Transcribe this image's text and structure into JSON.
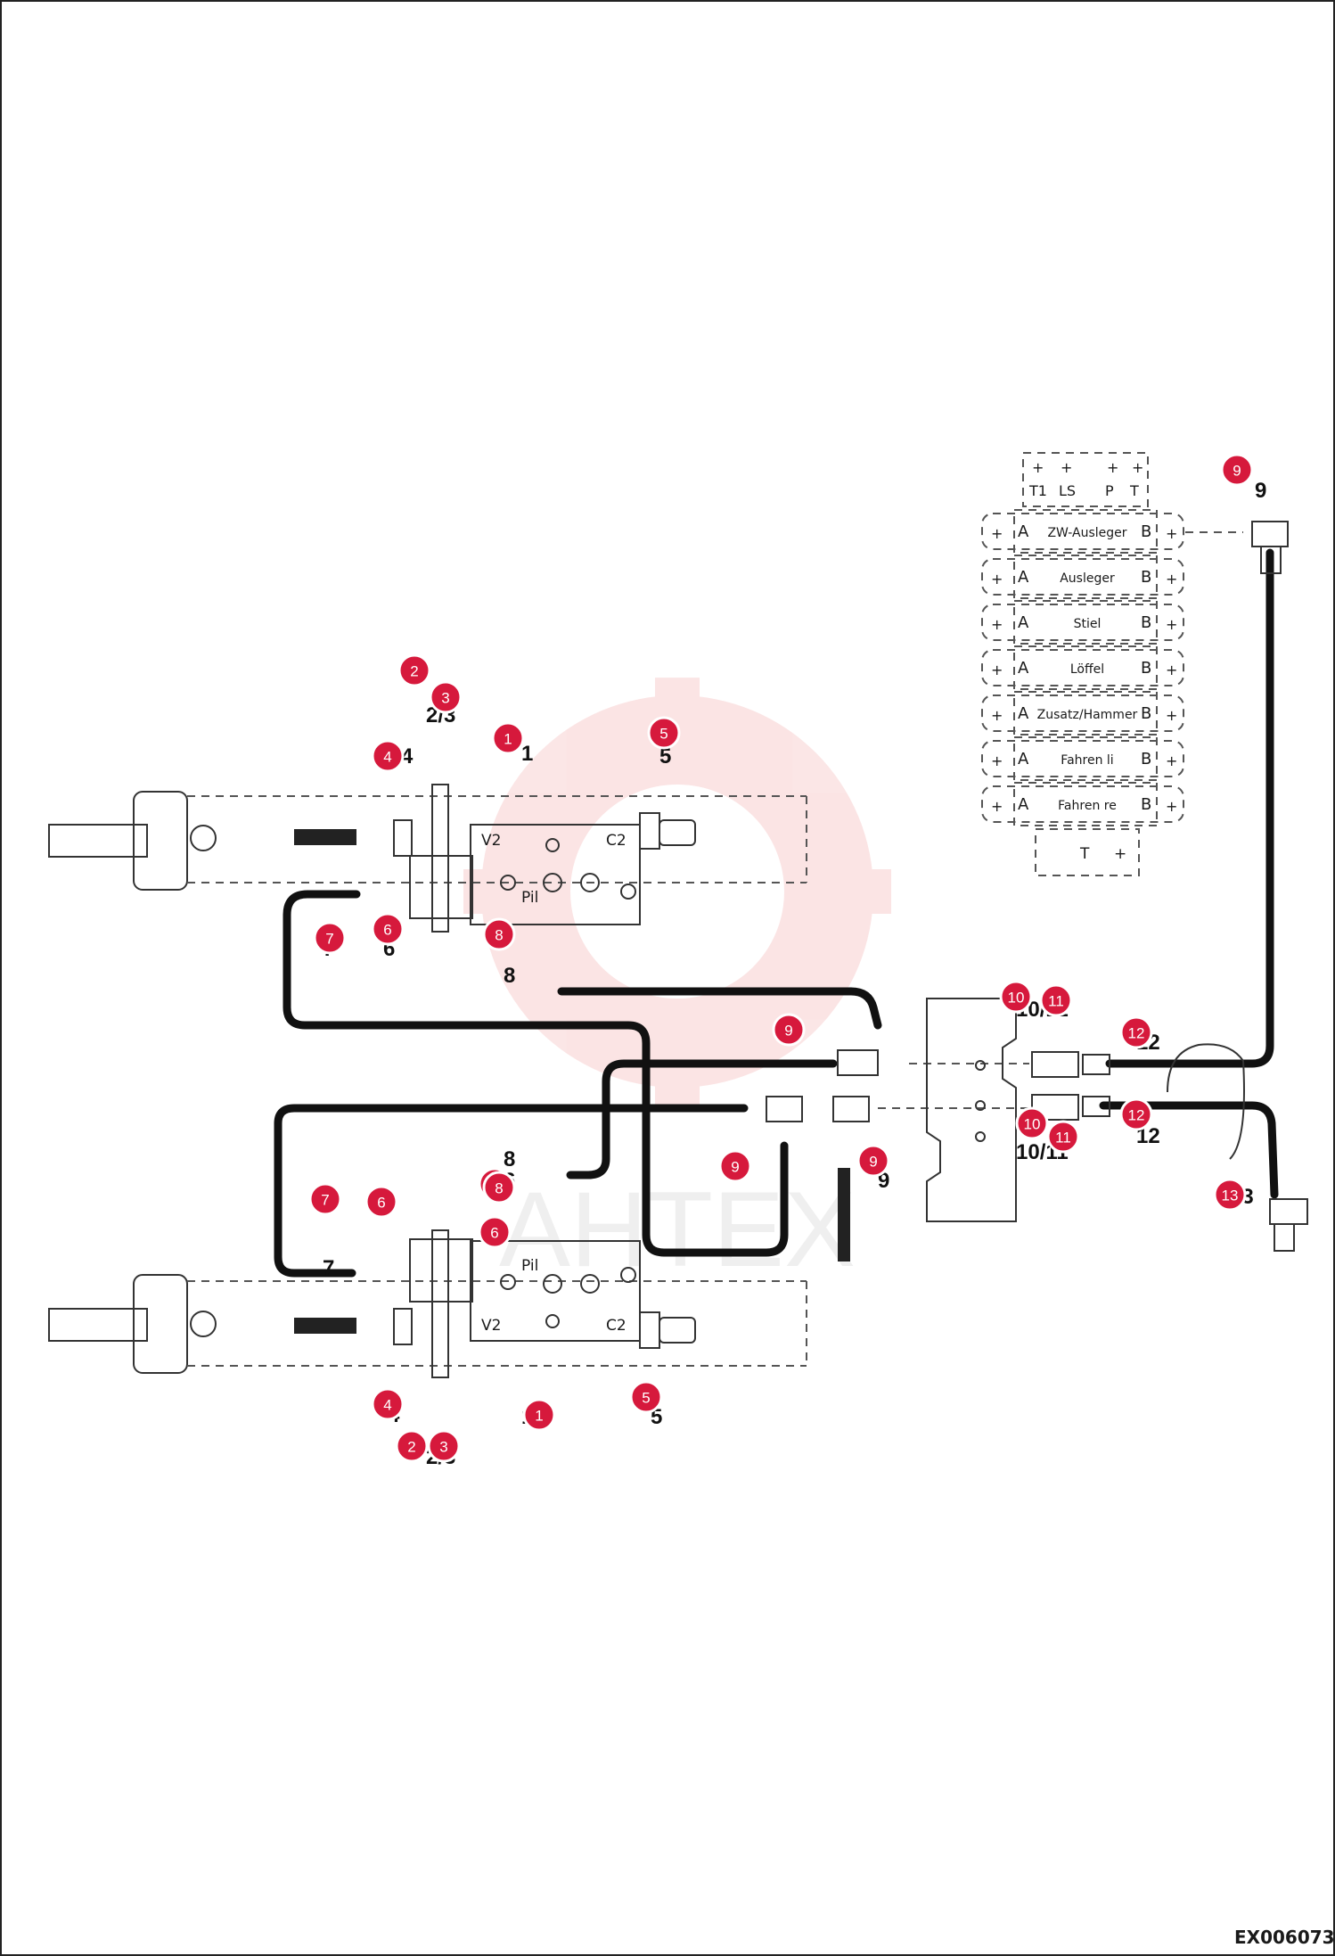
{
  "watermark": "AHTEX",
  "figure_code": "EX006073",
  "ports": {
    "v2": "V2",
    "c2": "C2",
    "pil": "Pil"
  },
  "valve_block": {
    "header_ports": [
      "T1",
      "LS",
      "P",
      "T"
    ],
    "sections": [
      {
        "left": "A",
        "name": "ZW-Ausleger",
        "right": "B"
      },
      {
        "left": "A",
        "name": "Ausleger",
        "right": "B"
      },
      {
        "left": "A",
        "name": "Stiel",
        "right": "B"
      },
      {
        "left": "A",
        "name": "Löffel",
        "right": "B"
      },
      {
        "left": "A",
        "name": "Zusatz/Hammer",
        "right": "B"
      },
      {
        "left": "A",
        "name": "Fahren li",
        "right": "B"
      },
      {
        "left": "A",
        "name": "Fahren re",
        "right": "B"
      }
    ],
    "footer": "T"
  },
  "callouts": [
    "1",
    "2",
    "3",
    "4",
    "5",
    "6",
    "7",
    "8",
    "9",
    "9",
    "9",
    "9",
    "10",
    "10",
    "11",
    "11",
    "12",
    "12",
    "13",
    "1",
    "2",
    "3",
    "4",
    "5",
    "6",
    "6",
    "7",
    "8",
    "6"
  ],
  "part_numbers": [
    "1",
    "2/3",
    "4",
    "5",
    "6",
    "7",
    "8",
    "9",
    "10/11",
    "12",
    "13",
    "1",
    "2/3",
    "4",
    "5",
    "6",
    "7",
    "8",
    "9",
    "10/11",
    "12"
  ]
}
